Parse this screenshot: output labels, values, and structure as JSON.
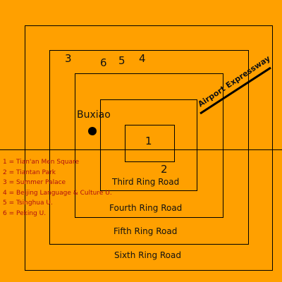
{
  "map": {
    "markers": {
      "m1": "1",
      "m2": "2",
      "m3": "3",
      "m4": "4",
      "m5": "5",
      "m6": "6"
    },
    "place_label": "Buxiao",
    "road_labels": {
      "third": "Third Ring Road",
      "fourth": "Fourth Ring Road",
      "fifth": "Fifth Ring Road",
      "sixth": "Sixth Ring Road",
      "airport": "Airport Expressway"
    },
    "legend": [
      "1 = Tian'an Men Square",
      "2 = Tiantan Park",
      "3 = Summer Palace",
      "4 = Beijing Language & Culture U.",
      "5 = Tsinghua U.",
      "6 = Peking U."
    ],
    "colors": {
      "background": "#FFA000",
      "lines": "#000000",
      "legend_text": "#B01010"
    }
  }
}
